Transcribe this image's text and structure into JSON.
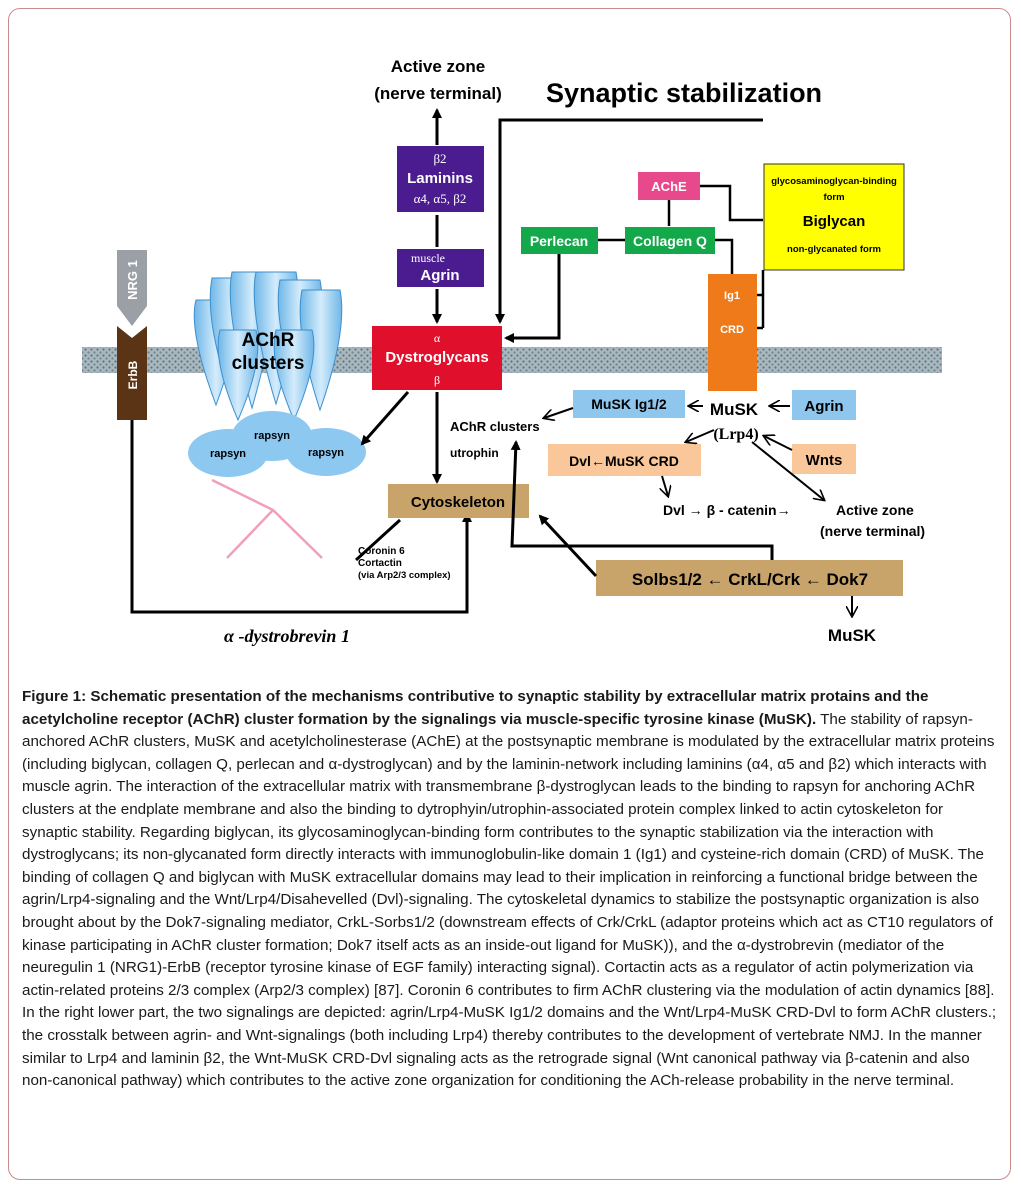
{
  "diagram": {
    "title": "Synaptic stabilization",
    "active_zone_top": {
      "line1": "Active zone",
      "line2": "(nerve terminal)"
    },
    "laminins": {
      "top": "β2",
      "name": "Laminins",
      "sub": "α4, α5, β2"
    },
    "agrin_muscle": {
      "small": "muscle",
      "name": "Agrin"
    },
    "dystroglycans": {
      "alpha": "α",
      "name": "Dystroglycans",
      "beta": "β"
    },
    "ache": "AChE",
    "biglycan": {
      "line1": "glycosaminoglycan-binding",
      "line2": "form",
      "name": "Biglycan",
      "line3": "non-glycanated form"
    },
    "perlecan": "Perlecan",
    "collagen_q": "Collagen Q",
    "musk_domains": {
      "ig1": "Ig1",
      "crd": "CRD"
    },
    "nrg1": "NRG 1",
    "erbb": "ErbB",
    "achr_clusters_label": {
      "line1": "AChR",
      "line2": "clusters"
    },
    "rapsyn": [
      "rapsyn",
      "rapsyn",
      "rapsyn"
    ],
    "achr_clusters_arrow": "AChR clusters",
    "utrophin": "utrophin",
    "musk_ig12": "MuSK Ig1/2",
    "musk": "MuSK",
    "lrp4": "(Lrp4)",
    "agrin_right": "Agrin",
    "wnts": "Wnts",
    "dvl_musk_crd": "Dvl←MuSK CRD",
    "dvl_bcatenin": "Dvl → β - catenin→",
    "active_zone_right": {
      "line1": "Active zone",
      "line2": "(nerve terminal)"
    },
    "cytoskeleton": "Cytoskeleton",
    "coronin": {
      "line1": "Coronin 6",
      "line2": "Cortactin",
      "line3": "(via Arp2/3 complex)"
    },
    "solbs": "Solbs1/2 ← CrkL/Crk ← Dok7",
    "musk_bottom": "MuSK",
    "dystrobrevin": "α -dystrobrevin 1"
  },
  "caption": {
    "bold": "Figure 1: Schematic presentation of the mechanisms contributive to synaptic stability by extracellular matrix protains and the acetylcholine receptor (AChR) cluster formation by the signalings via muscle-specific tyrosine kinase (MuSK).",
    "text": " The stability of rapsyn-anchored AChR clusters, MuSK and acetylcholinesterase (AChE) at the postsynaptic membrane is modulated by the extracellular matrix proteins (including biglycan, collagen Q, perlecan and α-dystroglycan) and by the laminin-network including laminins (α4, α5 and β2) which interacts with muscle agrin. The interaction of the extracellular matrix with transmembrane β-dystroglycan leads to the binding to rapsyn for anchoring AChR clusters at the endplate membrane and also the binding to dytrophyin/utrophin-associated protein complex linked to actin cytoskeleton for synaptic stability. Regarding biglycan, its glycosaminoglycan-binding form contributes to the synaptic stabilization via the interaction with dystroglycans; its non-glycanated form directly interacts with immunoglobulin-like domain 1 (Ig1) and cysteine-rich domain (CRD) of MuSK. The binding of collagen Q and biglycan with MuSK extracellular domains may lead to their implication in reinforcing a functional bridge between the agrin/Lrp4-signaling and the Wnt/Lrp4/Disahevelled (Dvl)-signaling. The cytoskeletal dynamics to stabilize the postsynaptic organization is also brought about by the Dok7-signaling mediator, CrkL-Sorbs1/2 (downstream effects of Crk/CrkL (adaptor proteins which act as CT10 regulators of kinase participating in AChR cluster formation; Dok7 itself acts as an inside-out ligand for MuSK)), and the α-dystrobrevin (mediator of the neuregulin 1 (NRG1)-ErbB (receptor tyrosine kinase of EGF family) interacting signal). Cortactin acts as a regulator of actin polymerization via actin-related proteins 2/3 complex (Arp2/3 complex) [87]. Coronin 6 contributes to firm AChR clustering via the modulation of actin dynamics [88]. In the right lower part, the two signalings are depicted: agrin/Lrp4-MuSK Ig1/2 domains and the Wnt/Lrp4-MuSK CRD-Dvl to form AChR clusters.; the crosstalk between agrin- and Wnt-signalings (both including Lrp4) thereby contributes to the development of vertebrate NMJ. In the manner similar to Lrp4 and laminin β2, the Wnt-MuSK CRD-Dvl signaling acts as the retrograde signal (Wnt canonical pathway via β-catenin and also non-canonical pathway) which contributes to the active zone organization for conditioning the ACh-release probability in the nerve terminal."
  }
}
